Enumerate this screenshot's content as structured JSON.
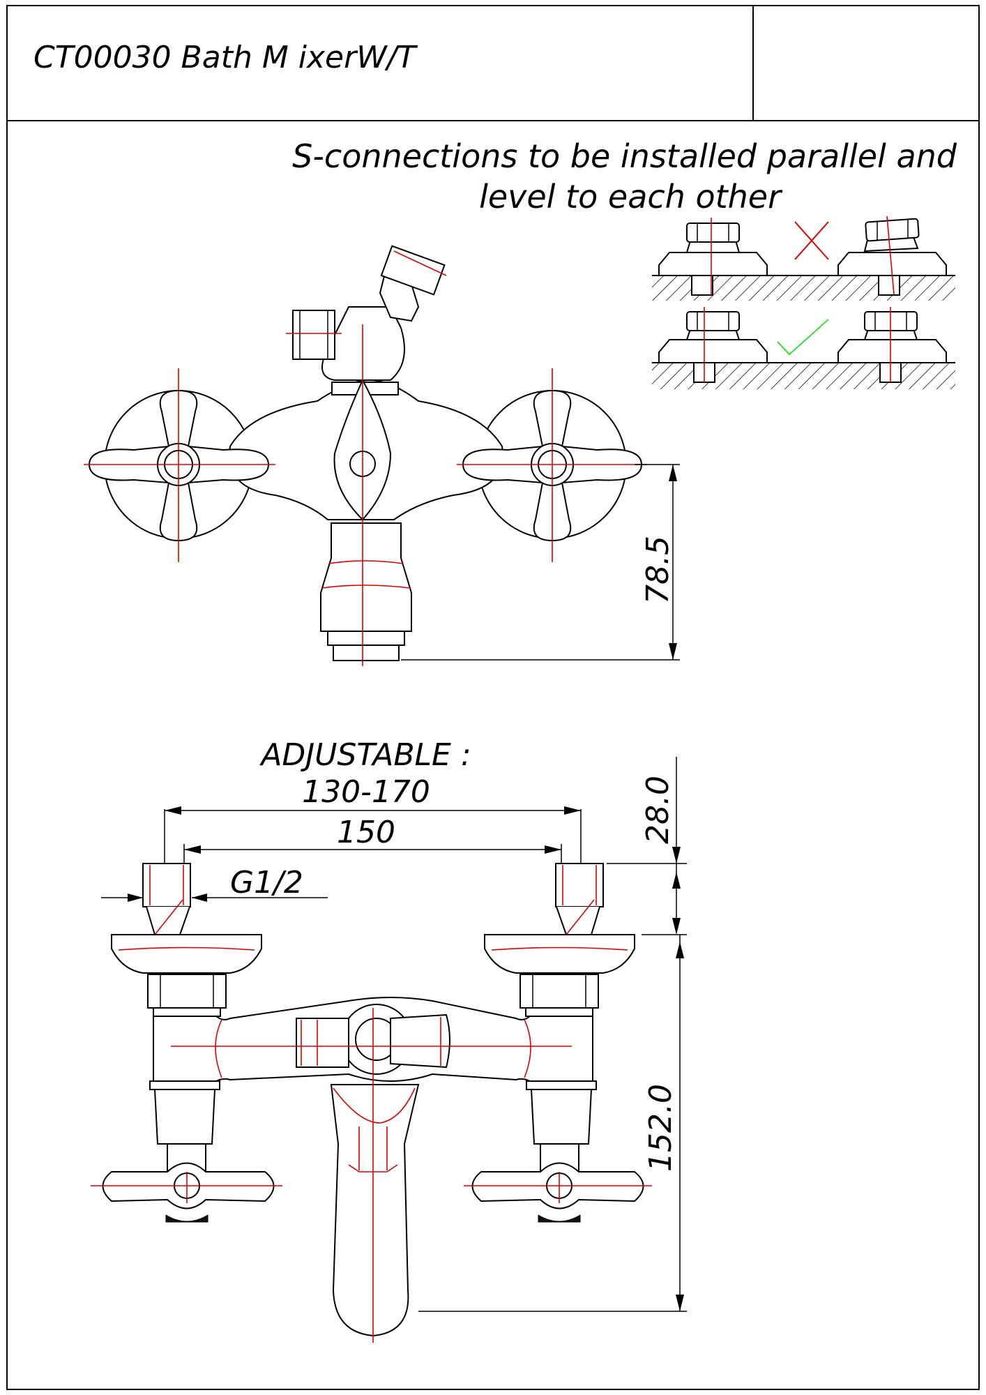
{
  "title_block": {
    "title": "CT00030 Bath M ixerW/T",
    "empty_cell": ""
  },
  "note": {
    "line1": "S-connections to be installed parallel and",
    "line2": "level to each other"
  },
  "dimensions": {
    "height_top_view": "78.5",
    "adjustable_label": "ADJUSTABLE :",
    "adjustable_range": "130-170",
    "center_distance": "150",
    "thread": "G1/2",
    "inlet_length": "28.0",
    "projection": "152.0"
  },
  "colors": {
    "line": "#000000",
    "centerline": "#e00000",
    "correct_mark": "#22dd22",
    "wrong_mark": "#e00000"
  },
  "icons": {
    "wrong": "red-cross-icon",
    "correct": "green-check-icon"
  }
}
